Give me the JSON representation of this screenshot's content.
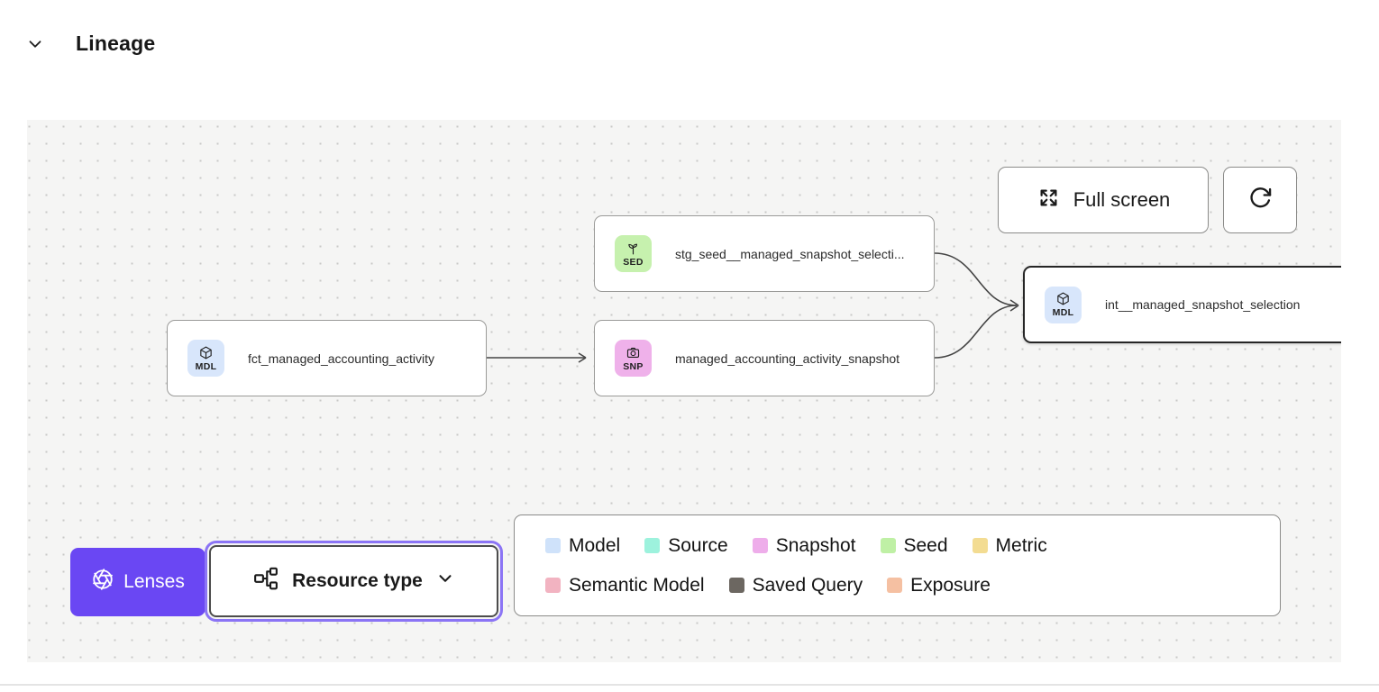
{
  "header": {
    "title": "Lineage"
  },
  "toolbar": {
    "full_screen_label": "Full screen"
  },
  "nodes": [
    {
      "badge": "MDL",
      "icon": "cube",
      "label": "fct_managed_accounting_activity",
      "type": "model",
      "selected": false
    },
    {
      "badge": "SED",
      "icon": "seedling",
      "label": "stg_seed__managed_snapshot_selecti...",
      "type": "seed",
      "selected": false
    },
    {
      "badge": "SNP",
      "icon": "camera",
      "label": "managed_accounting_activity_snapshot",
      "type": "snapshot",
      "selected": false
    },
    {
      "badge": "MDL",
      "icon": "cube",
      "label": "int__managed_snapshot_selection",
      "type": "model",
      "selected": true
    }
  ],
  "lenses": {
    "label": "Lenses",
    "selected_lens": "Resource type"
  },
  "legend": {
    "items": [
      {
        "label": "Model",
        "color": "#cfe2fa"
      },
      {
        "label": "Source",
        "color": "#9df2dd"
      },
      {
        "label": "Snapshot",
        "color": "#eeadea"
      },
      {
        "label": "Seed",
        "color": "#bff0a5"
      },
      {
        "label": "Metric",
        "color": "#f3dc92"
      },
      {
        "label": "Semantic Model",
        "color": "#f2b3c1"
      },
      {
        "label": "Saved Query",
        "color": "#6c6761"
      },
      {
        "label": "Exposure",
        "color": "#f5c0a2"
      }
    ]
  },
  "colors": {
    "badge_model": "#d8e6fb",
    "badge_seed": "#c6f1ae",
    "badge_snapshot": "#efb1ea",
    "lenses_purple": "#6a47f3",
    "focus_ring": "#8b74f5",
    "selected_border": "#262626",
    "canvas_bg": "#f5f5f4"
  }
}
